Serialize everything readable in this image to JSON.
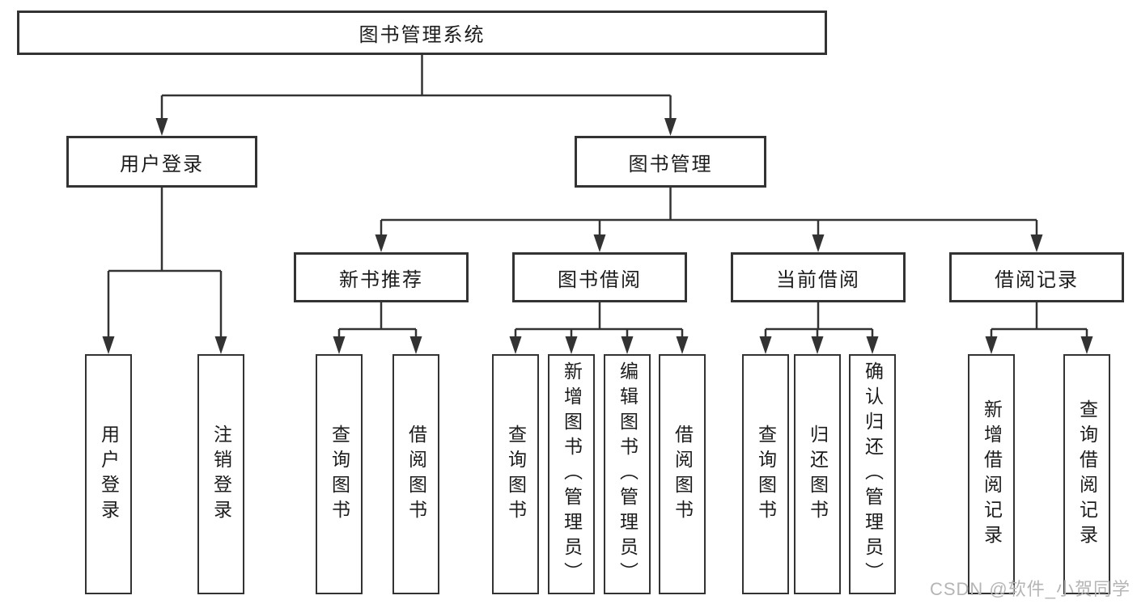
{
  "diagram": {
    "root": {
      "label": "图书管理系统"
    },
    "level1": [
      {
        "label": "用户登录"
      },
      {
        "label": "图书管理"
      }
    ],
    "level2": [
      {
        "label": "新书推荐"
      },
      {
        "label": "图书借阅"
      },
      {
        "label": "当前借阅"
      },
      {
        "label": "借阅记录"
      }
    ],
    "leaves": {
      "user": [
        "用户登录",
        "注销登录"
      ],
      "new_books": [
        "查询图书",
        "借阅图书"
      ],
      "borrow": [
        "查询图书",
        "新增图书（管理员）",
        "编辑图书（管理员）",
        "借阅图书"
      ],
      "current": [
        "查询图书",
        "归还图书",
        "确认归还（管理员）"
      ],
      "records": [
        "新增借阅记录",
        "查询借阅记录"
      ]
    },
    "colors": {
      "line": "#333333",
      "text": "#1c1c1c",
      "background": "#ffffff",
      "watermark": "#b5b5b5"
    }
  },
  "watermark": {
    "text": "CSDN @软件_小贺同学"
  }
}
